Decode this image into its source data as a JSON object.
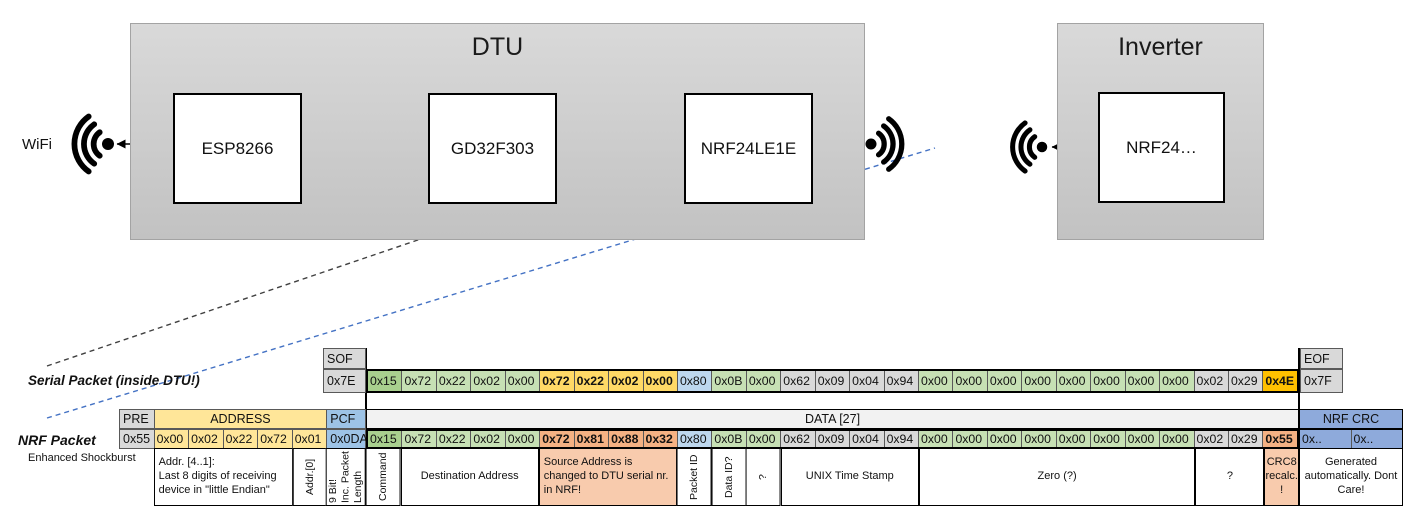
{
  "diagram": {
    "wifi_label": "WiFi",
    "dtu_title": "DTU",
    "dtu_boxes": [
      "ESP8266",
      "GD32F303",
      "NRF24LE1E"
    ],
    "inverter_title": "Inverter",
    "inverter_box": "NRF24…",
    "icons": [
      "wifi-icon-left",
      "wifi-icon-dtu-right",
      "wifi-icon-inverter"
    ],
    "arrows": [
      "wifi-esp-arrow",
      "esp-gd32-arrow",
      "gd32-nrf-orange-arrow",
      "nrf-gd32-green-arrow",
      "nrf-wifi-arrow",
      "wifi-nrf24-arrow"
    ]
  },
  "serial_packet": {
    "label": "Serial Packet (inside DTU!)",
    "sof_header": "SOF",
    "sof_byte": "0x7E",
    "eof_header": "EOF",
    "eof_byte": "0x7F",
    "bytes": [
      {
        "v": "0x15",
        "c": "g2"
      },
      {
        "v": "0x72",
        "c": "g"
      },
      {
        "v": "0x22",
        "c": "g"
      },
      {
        "v": "0x02",
        "c": "g"
      },
      {
        "v": "0x00",
        "c": "g"
      },
      {
        "v": "0x72",
        "c": "gold",
        "b": true
      },
      {
        "v": "0x22",
        "c": "gold",
        "b": true
      },
      {
        "v": "0x02",
        "c": "gold",
        "b": true
      },
      {
        "v": "0x00",
        "c": "gold",
        "b": true
      },
      {
        "v": "0x80",
        "c": "blue"
      },
      {
        "v": "0x0B",
        "c": "g"
      },
      {
        "v": "0x00",
        "c": "g"
      },
      {
        "v": "0x62",
        "c": "gray"
      },
      {
        "v": "0x09",
        "c": "gray"
      },
      {
        "v": "0x04",
        "c": "gray"
      },
      {
        "v": "0x94",
        "c": "gray"
      },
      {
        "v": "0x00",
        "c": "g"
      },
      {
        "v": "0x00",
        "c": "g"
      },
      {
        "v": "0x00",
        "c": "g"
      },
      {
        "v": "0x00",
        "c": "g"
      },
      {
        "v": "0x00",
        "c": "g"
      },
      {
        "v": "0x00",
        "c": "g"
      },
      {
        "v": "0x00",
        "c": "g"
      },
      {
        "v": "0x00",
        "c": "g"
      },
      {
        "v": "0x02",
        "c": "gray"
      },
      {
        "v": "0x29",
        "c": "gray"
      },
      {
        "v": "0x4E",
        "c": "goldd",
        "b": true
      }
    ]
  },
  "nrf_packet": {
    "label": "NRF Packet",
    "sublabel": "Enhanced Shockburst",
    "pre_header": "PRE",
    "pre_byte": "0x55",
    "address_header": "ADDRESS",
    "address_bytes": [
      "0x00",
      "0x02",
      "0x22",
      "0x72",
      "0x01"
    ],
    "pcf_header": "PCF",
    "pcf_byte": "0x0DA",
    "data_header": "DATA [27]",
    "bytes": [
      {
        "v": "0x15",
        "c": "g2"
      },
      {
        "v": "0x72",
        "c": "g"
      },
      {
        "v": "0x22",
        "c": "g"
      },
      {
        "v": "0x02",
        "c": "g"
      },
      {
        "v": "0x00",
        "c": "g"
      },
      {
        "v": "0x72",
        "c": "salmon",
        "b": true
      },
      {
        "v": "0x81",
        "c": "salmon",
        "b": true
      },
      {
        "v": "0x88",
        "c": "salmon",
        "b": true
      },
      {
        "v": "0x32",
        "c": "salmon",
        "b": true
      },
      {
        "v": "0x80",
        "c": "blue"
      },
      {
        "v": "0x0B",
        "c": "g"
      },
      {
        "v": "0x00",
        "c": "g"
      },
      {
        "v": "0x62",
        "c": "gray"
      },
      {
        "v": "0x09",
        "c": "gray"
      },
      {
        "v": "0x04",
        "c": "gray"
      },
      {
        "v": "0x94",
        "c": "gray"
      },
      {
        "v": "0x00",
        "c": "g"
      },
      {
        "v": "0x00",
        "c": "g"
      },
      {
        "v": "0x00",
        "c": "g"
      },
      {
        "v": "0x00",
        "c": "g"
      },
      {
        "v": "0x00",
        "c": "g"
      },
      {
        "v": "0x00",
        "c": "g"
      },
      {
        "v": "0x00",
        "c": "g"
      },
      {
        "v": "0x00",
        "c": "g"
      },
      {
        "v": "0x02",
        "c": "gray"
      },
      {
        "v": "0x29",
        "c": "gray"
      },
      {
        "v": "0x55",
        "c": "salmon",
        "b": true
      }
    ],
    "crc_header": "NRF CRC",
    "crc_bytes": [
      "0x..",
      "0x.."
    ]
  },
  "annotations": {
    "items": [
      {
        "name": "note-addr41",
        "zone": "addr",
        "start": 0,
        "span": 4,
        "text": "Addr. [4..1]:\nLast 8 digits of receiving device in \"little Endian\"",
        "align": "left"
      },
      {
        "name": "note-addr0",
        "zone": "addr",
        "start": 4,
        "span": 1,
        "text": "Addr.[0]",
        "rot": true
      },
      {
        "name": "note-pcf-length",
        "zone": "pcf",
        "start": 0,
        "span": 1,
        "text": "9 Bit!\nInc. Packet\nLength",
        "rot": true,
        "align": "left"
      },
      {
        "name": "note-command",
        "zone": "data",
        "start": 0,
        "span": 1,
        "text": "Command",
        "rot": true
      },
      {
        "name": "note-destination-address",
        "zone": "data",
        "start": 1,
        "span": 4,
        "text": "Destination Address"
      },
      {
        "name": "note-source-address",
        "zone": "data",
        "start": 5,
        "span": 4,
        "text": "Source Address is changed to DTU serial nr. in NRF!",
        "bg": "salmon",
        "align": "left"
      },
      {
        "name": "note-packet-id",
        "zone": "data",
        "start": 9,
        "span": 1,
        "text": "Packet ID",
        "rot": true
      },
      {
        "name": "note-data-id",
        "zone": "data",
        "start": 10,
        "span": 1,
        "text": "Data ID?",
        "rot": true
      },
      {
        "name": "note-question-1",
        "zone": "data",
        "start": 11,
        "span": 1,
        "text": "?",
        "rot": true
      },
      {
        "name": "note-unix-timestamp",
        "zone": "data",
        "start": 12,
        "span": 4,
        "text": "UNIX Time Stamp"
      },
      {
        "name": "note-zero",
        "zone": "data",
        "start": 16,
        "span": 8,
        "text": "Zero (?)"
      },
      {
        "name": "note-question-2",
        "zone": "data",
        "start": 24,
        "span": 2,
        "text": "?"
      },
      {
        "name": "note-crc8",
        "zone": "data",
        "start": 26,
        "span": 1,
        "text": "CRC8 recalc. !",
        "bg": "salmon"
      },
      {
        "name": "note-generated",
        "zone": "crc",
        "start": 0,
        "span": 2,
        "text": "Generated automatically. Dont Care!"
      }
    ]
  },
  "palette": {
    "green_dark": "#A9D08E",
    "green_light": "#C6E0B4",
    "yellow_address": "#FFE699",
    "gold": "#FFD966",
    "gold_dark": "#FFC000",
    "blue_byte": "#BDD7EE",
    "blue_pcf": "#9DC3E6",
    "blue_crc": "#8EAADB",
    "salmon_byte": "#F4B183",
    "salmon_note": "#F8CBAD",
    "gray_cell": "#D9D9D9",
    "data_header_gray": "#F2F2F2",
    "orange_arrow": "#ED7D31",
    "green_arrow": "#70AD47",
    "blue_dashed": "#4472C4"
  }
}
